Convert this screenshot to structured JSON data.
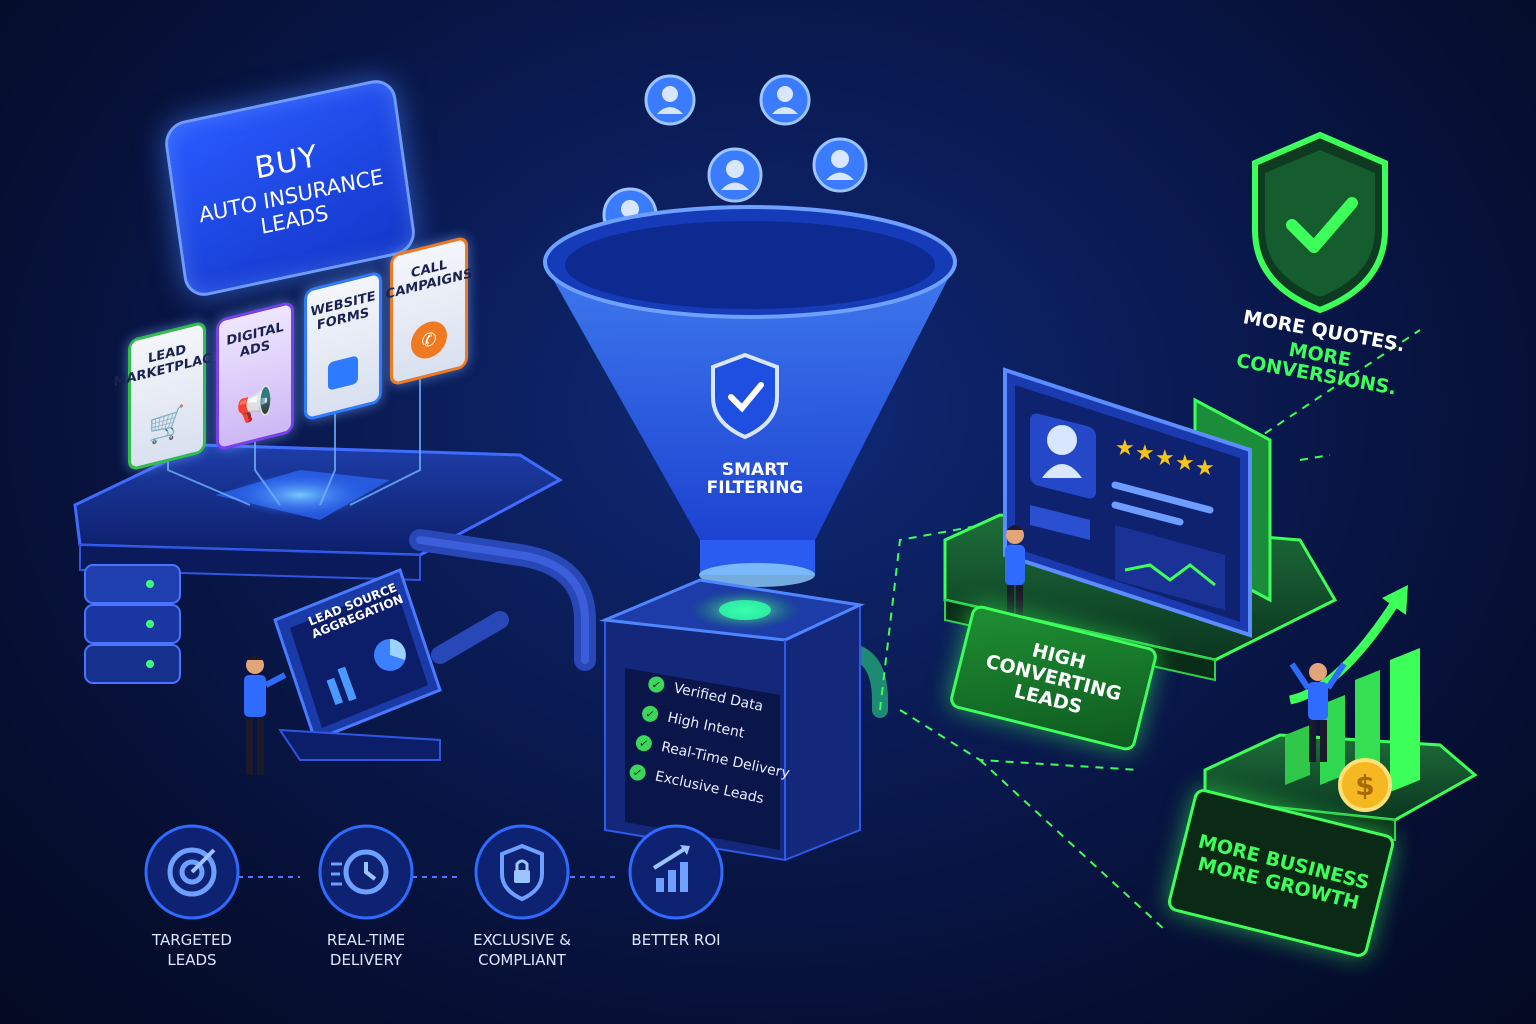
{
  "title": {
    "line1": "BUY",
    "line2": "AUTO INSURANCE",
    "line3": "LEADS"
  },
  "sources": [
    {
      "label": "LEAD MARKETPLACE",
      "icon": "cart-icon",
      "color": "#2fbf4a"
    },
    {
      "label": "DIGITAL ADS",
      "icon": "megaphone-icon",
      "color": "#7a3ff0"
    },
    {
      "label": "WEBSITE FORMS",
      "icon": "form-icon",
      "color": "#2f7bff"
    },
    {
      "label": "CALL CAMPAIGNS",
      "icon": "phone-icon",
      "color": "#f07a22"
    }
  ],
  "aggregation_label": "LEAD SOURCE AGGREGATION",
  "funnel_label": "SMART FILTERING",
  "checklist": [
    "Verified Data",
    "High Intent",
    "Real-Time Delivery",
    "Exclusive Leads"
  ],
  "high_converting": "HIGH CONVERTING LEADS",
  "tagline": {
    "line1": "MORE QUOTES.",
    "line2": "MORE CONVERSIONS."
  },
  "growth": {
    "line1": "MORE BUSINESS",
    "line2": "MORE GROWTH"
  },
  "benefits": [
    {
      "label": "TARGETED LEADS",
      "icon": "target-icon"
    },
    {
      "label": "REAL-TIME DELIVERY",
      "icon": "clock-icon"
    },
    {
      "label": "EXCLUSIVE & COMPLIANT",
      "icon": "lock-shield-icon"
    },
    {
      "label": "BETTER ROI",
      "icon": "chart-up-icon"
    }
  ],
  "colors": {
    "accent_blue": "#2f6bff",
    "accent_green": "#3dff5a",
    "background": "#0a1a52",
    "gold": "#f5b820"
  }
}
